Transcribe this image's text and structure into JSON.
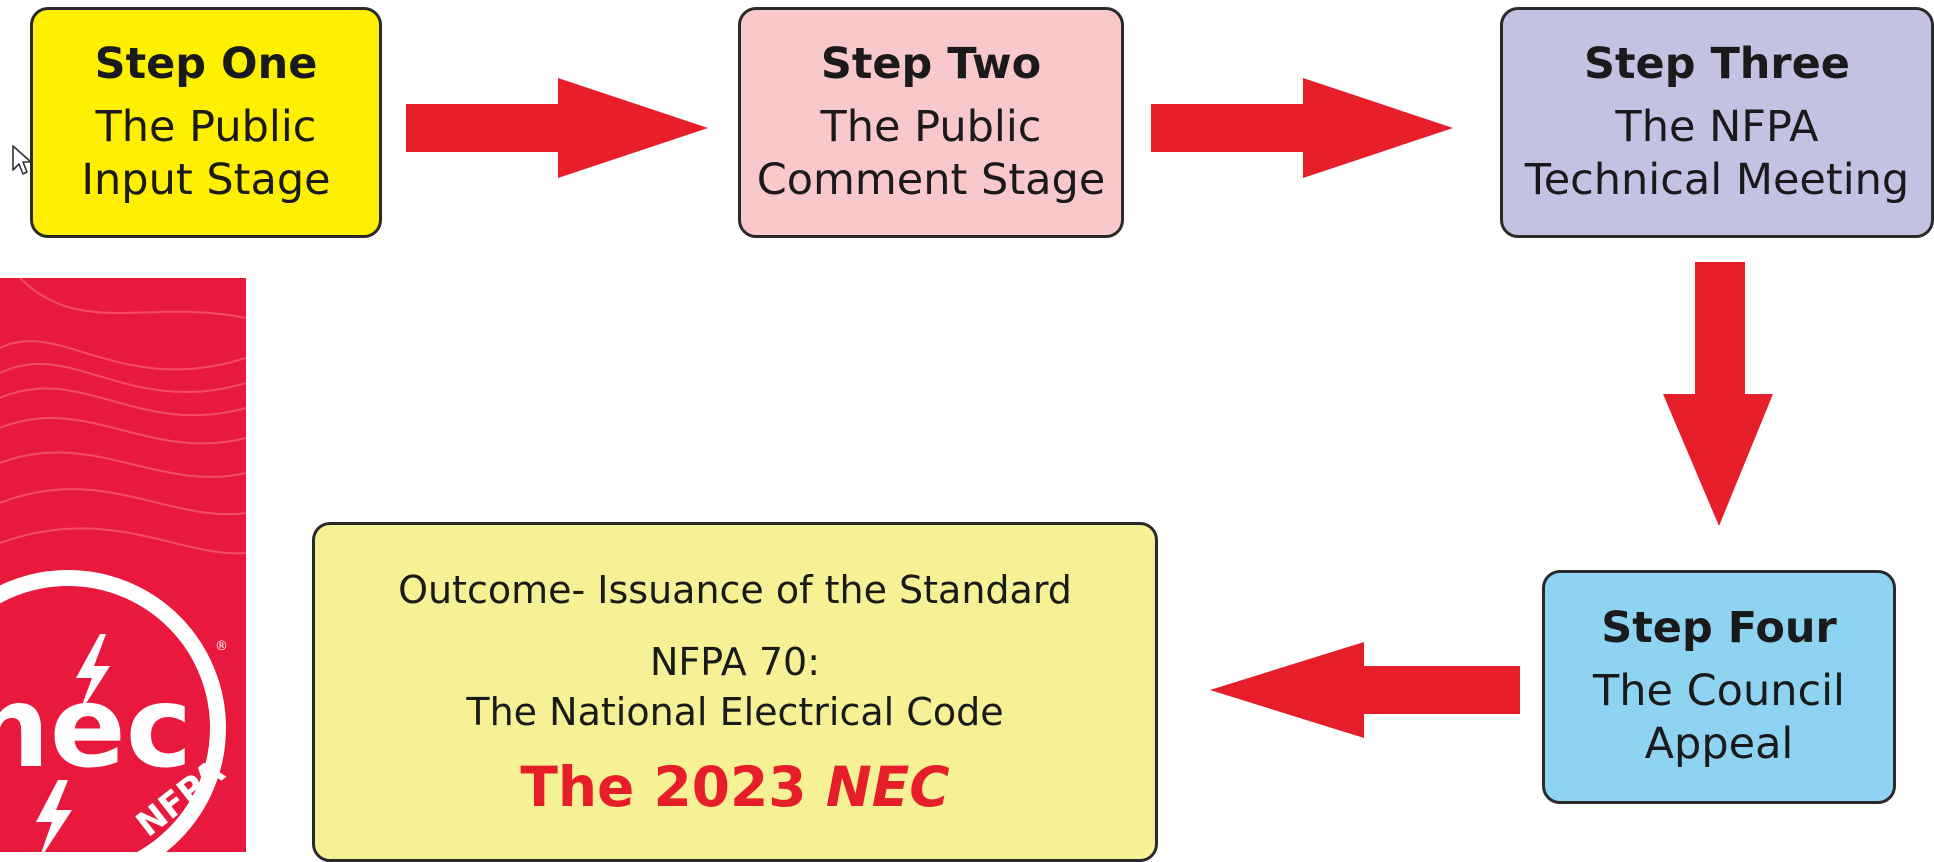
{
  "steps": [
    {
      "title": "Step One",
      "description": "The Public\nInput Stage"
    },
    {
      "title": "Step Two",
      "description": "The Public\nComment Stage"
    },
    {
      "title": "Step Three",
      "description": "The NFPA\nTechnical Meeting"
    },
    {
      "title": "Step Four",
      "description": "The Council\nAppeal"
    }
  ],
  "outcome": {
    "heading": "Outcome- Issuance of the Standard",
    "code": "NFPA 70:\nThe National Electrical Code",
    "edition_prefix": "The 2023",
    "edition_name": "NEC"
  },
  "logo": {
    "text": "nec",
    "ring_text": "NFPA",
    "registered": "®"
  },
  "colors": {
    "step_one": "#ffef00",
    "step_two": "#f9c8cb",
    "step_three": "#c4c2e2",
    "step_four": "#8ed3f2",
    "outcome": "#f6f195",
    "arrow": "#e61e2a",
    "logo_background": "#e8193c"
  }
}
